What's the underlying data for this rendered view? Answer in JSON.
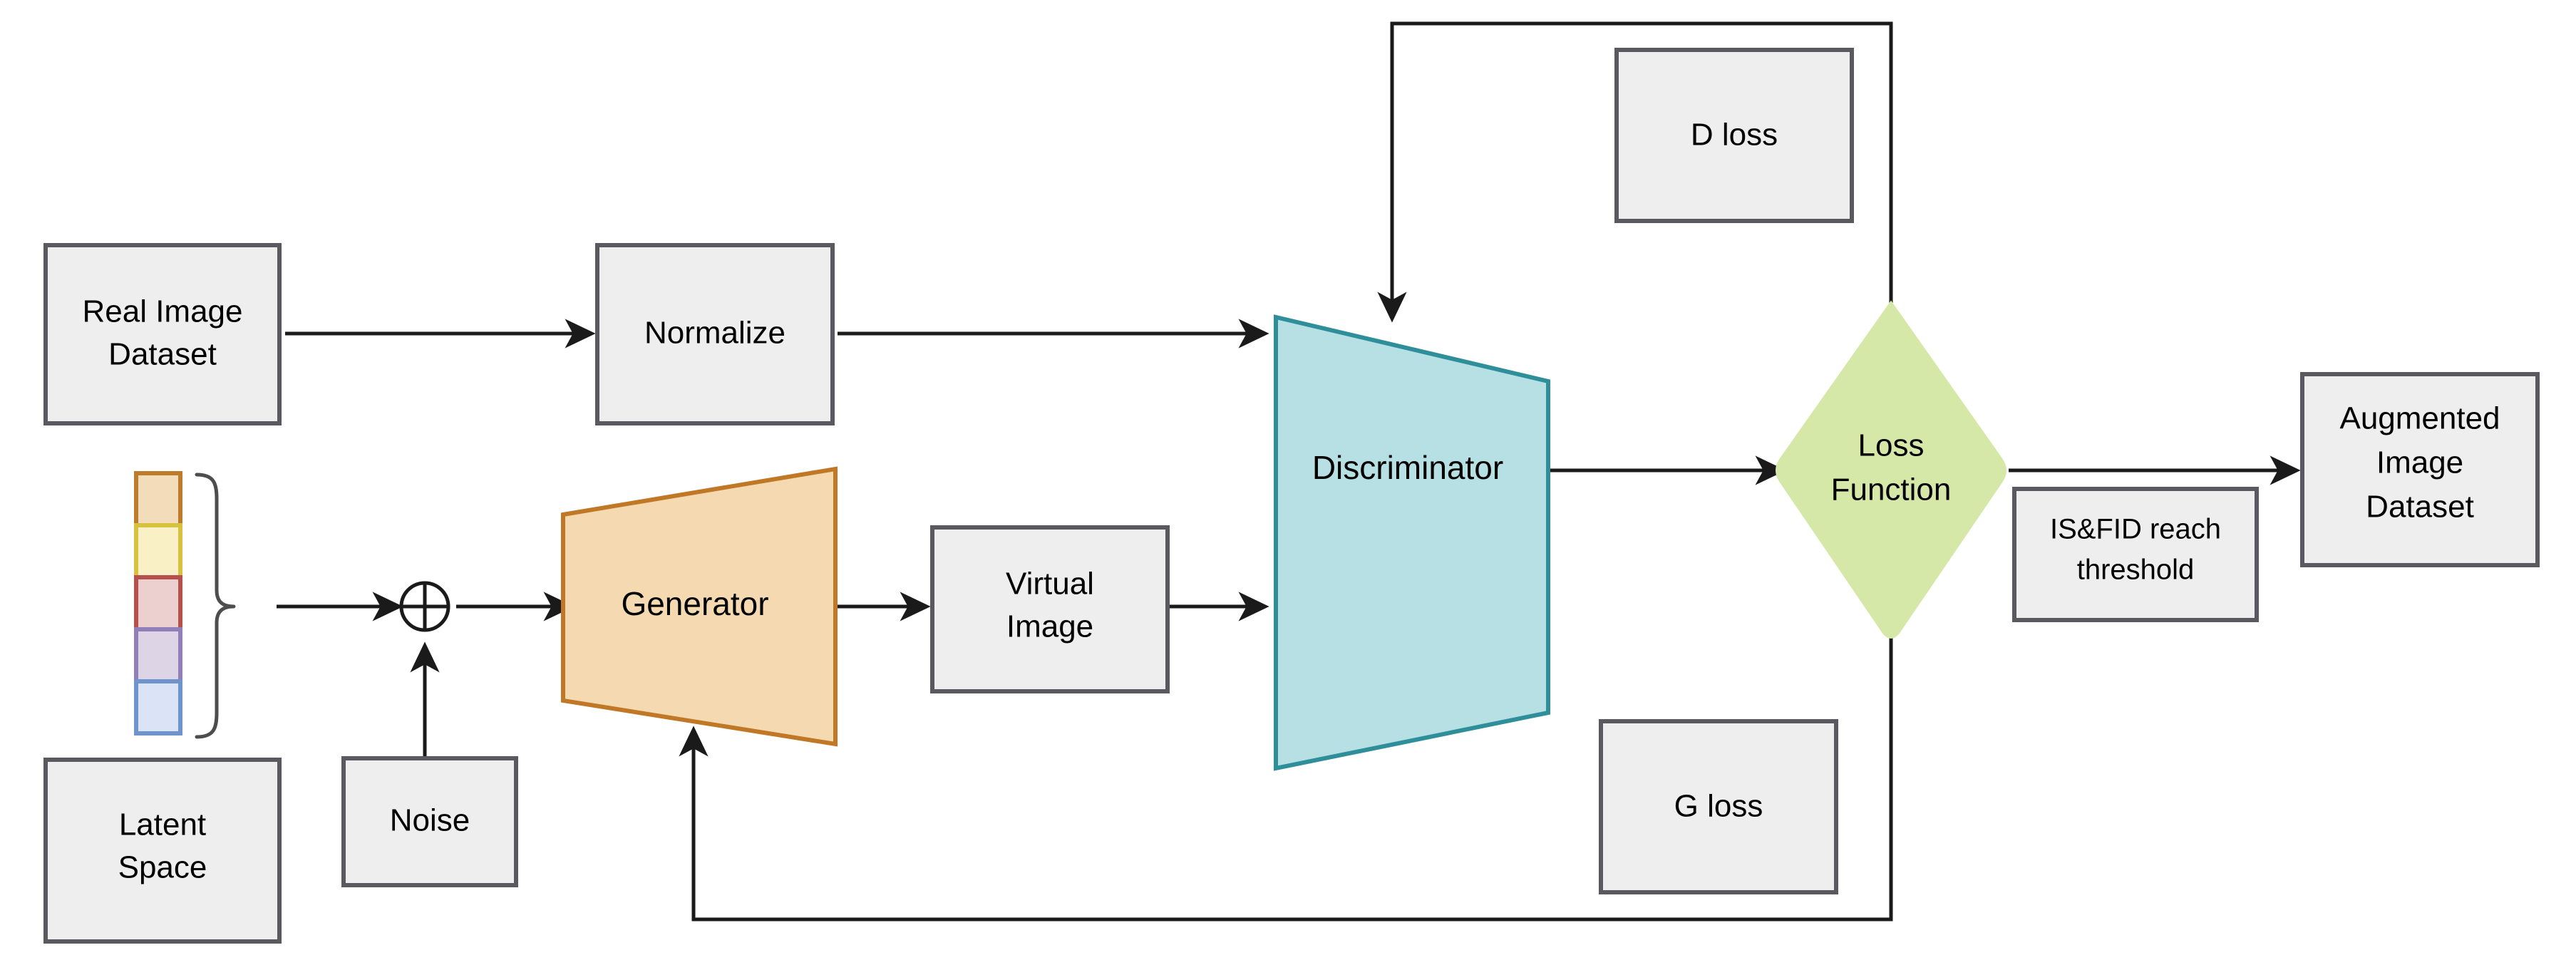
{
  "diagram": {
    "title": "GAN-based image augmentation pipeline",
    "colors": {
      "box_fill": "#eeeeee",
      "box_stroke": "#59595f",
      "generator_fill": "#f5d9b0",
      "generator_stroke": "#c07827",
      "discriminator_fill": "#b7e0e4",
      "discriminator_stroke": "#2e8f9a",
      "loss_fill": "#d5e8a8",
      "loss_stroke": "#d5e8a8",
      "edge": "#1a1a1a"
    },
    "nodes": [
      {
        "id": "real-image-dataset",
        "label": "Real Image\nDataset",
        "line1": "Real Image",
        "line2": "Dataset",
        "shape": "rect"
      },
      {
        "id": "normalize",
        "label": "Normalize",
        "line1": "Normalize",
        "shape": "rect"
      },
      {
        "id": "d-loss",
        "label": "D loss",
        "line1": "D loss",
        "shape": "rect"
      },
      {
        "id": "latent-space",
        "label": "Latent\nSpace",
        "line1": "Latent",
        "line2": "Space",
        "shape": "rect"
      },
      {
        "id": "noise",
        "label": "Noise",
        "line1": "Noise",
        "shape": "rect"
      },
      {
        "id": "generator",
        "label": "Generator",
        "line1": "Generator",
        "shape": "trapezoid-expanding"
      },
      {
        "id": "virtual-image",
        "label": "Virtual\nImage",
        "line1": "Virtual",
        "line2": "Image",
        "shape": "rect"
      },
      {
        "id": "discriminator",
        "label": "Discriminator",
        "line1": "Discriminator",
        "shape": "trapezoid-narrowing"
      },
      {
        "id": "loss-function",
        "label": "Loss\nFunction",
        "line1": "Loss",
        "line2": "Function",
        "shape": "diamond"
      },
      {
        "id": "is-fid-threshold",
        "label": "IS&FID reach\nthreshold",
        "line1": "IS&FID reach",
        "line2": "threshold",
        "shape": "rect"
      },
      {
        "id": "g-loss",
        "label": "G loss",
        "line1": "G loss",
        "shape": "rect"
      },
      {
        "id": "augmented-image-dataset",
        "label": "Augmented\nImage\nDataset",
        "line1": "Augmented",
        "line2": "Image",
        "line3": "Dataset",
        "shape": "rect"
      }
    ],
    "latent_vector": {
      "name": "latent-vector-stack",
      "cells": [
        {
          "index": 1,
          "fill": "#f2dcb9",
          "stroke": "#bd7c2b"
        },
        {
          "index": 2,
          "fill": "#faf0c5",
          "stroke": "#d6c23f"
        },
        {
          "index": 3,
          "fill": "#ecd0cf",
          "stroke": "#b5504d"
        },
        {
          "index": 4,
          "fill": "#ddd4e6",
          "stroke": "#9180b8"
        },
        {
          "index": 5,
          "fill": "#dbe4f6",
          "stroke": "#6f93cb"
        }
      ]
    },
    "operators": [
      {
        "id": "add-operator",
        "glyph": "+",
        "symbol": "circled-plus"
      }
    ],
    "edges": [
      {
        "id": "real-to-normalize",
        "from": "real-image-dataset",
        "to": "normalize",
        "arrow": true
      },
      {
        "id": "normalize-to-discriminator",
        "from": "normalize",
        "to": "discriminator",
        "arrow": true
      },
      {
        "id": "latent-to-add",
        "from": "latent-space",
        "to": "add-operator",
        "arrow": true
      },
      {
        "id": "noise-to-add",
        "from": "noise",
        "to": "add-operator",
        "arrow": true
      },
      {
        "id": "add-to-generator",
        "from": "add-operator",
        "to": "generator",
        "arrow": true
      },
      {
        "id": "generator-to-virtual-image",
        "from": "generator",
        "to": "virtual-image",
        "arrow": true
      },
      {
        "id": "virtual-image-to-discriminator",
        "from": "virtual-image",
        "to": "discriminator",
        "arrow": true
      },
      {
        "id": "discriminator-to-loss-function",
        "from": "discriminator",
        "to": "loss-function",
        "arrow": true
      },
      {
        "id": "loss-function-to-discriminator-feedback",
        "from": "loss-function",
        "to": "discriminator",
        "arrow": true,
        "routing": "up-left-down",
        "label": "d-loss"
      },
      {
        "id": "loss-function-to-generator-feedback",
        "from": "loss-function",
        "to": "generator",
        "arrow": true,
        "routing": "down-left-up",
        "label": "g-loss"
      },
      {
        "id": "loss-function-to-augmented",
        "from": "loss-function",
        "to": "augmented-image-dataset",
        "arrow": true,
        "label": "IS&FID reach threshold"
      }
    ]
  }
}
